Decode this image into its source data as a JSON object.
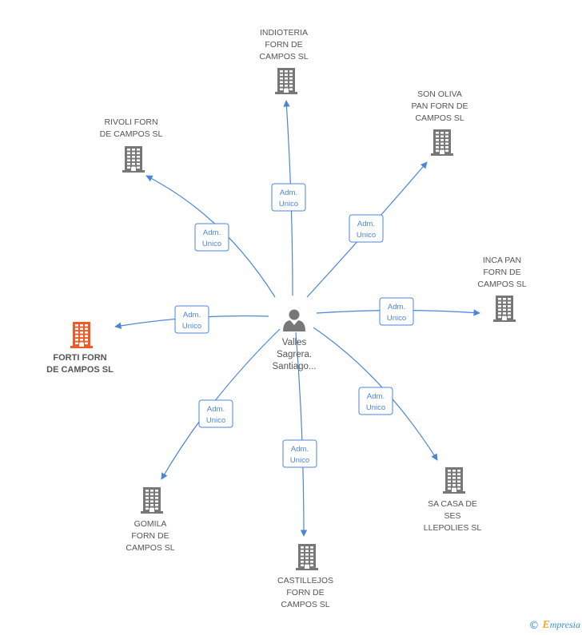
{
  "center": {
    "label_lines": [
      "Valles",
      "Sagrera.",
      "Santiago..."
    ],
    "icon": "person-icon"
  },
  "role_lines": [
    "Adm.",
    "Unico"
  ],
  "colors": {
    "edge": "#4a86d8",
    "building": "#777777",
    "highlight": "#f05a28",
    "text": "#555555"
  },
  "companies": [
    {
      "id": "indioteria",
      "lines": [
        "INDIOTERIA",
        "FORN DE",
        "CAMPOS SL"
      ],
      "highlight": false
    },
    {
      "id": "son-oliva",
      "lines": [
        "SON OLIVA",
        "PAN FORN DE",
        "CAMPOS SL"
      ],
      "highlight": false
    },
    {
      "id": "rivoli",
      "lines": [
        "RIVOLI FORN",
        "DE CAMPOS SL"
      ],
      "highlight": false
    },
    {
      "id": "inca-pan",
      "lines": [
        "INCA PAN",
        "FORN DE",
        "CAMPOS SL"
      ],
      "highlight": false
    },
    {
      "id": "forti",
      "lines": [
        "FORTI FORN",
        "DE CAMPOS SL"
      ],
      "highlight": true
    },
    {
      "id": "sa-casa",
      "lines": [
        "SA CASA DE",
        "SES",
        "LLEPOLIES SL"
      ],
      "highlight": false
    },
    {
      "id": "gomila",
      "lines": [
        "GOMILA",
        "FORN DE",
        "CAMPOS SL"
      ],
      "highlight": false
    },
    {
      "id": "castillejos",
      "lines": [
        "CASTILLEJOS",
        "FORN DE",
        "CAMPOS SL"
      ],
      "highlight": false
    }
  ],
  "footer": {
    "copyright": "©",
    "brand_first": "E",
    "brand_rest": "mpresia"
  }
}
